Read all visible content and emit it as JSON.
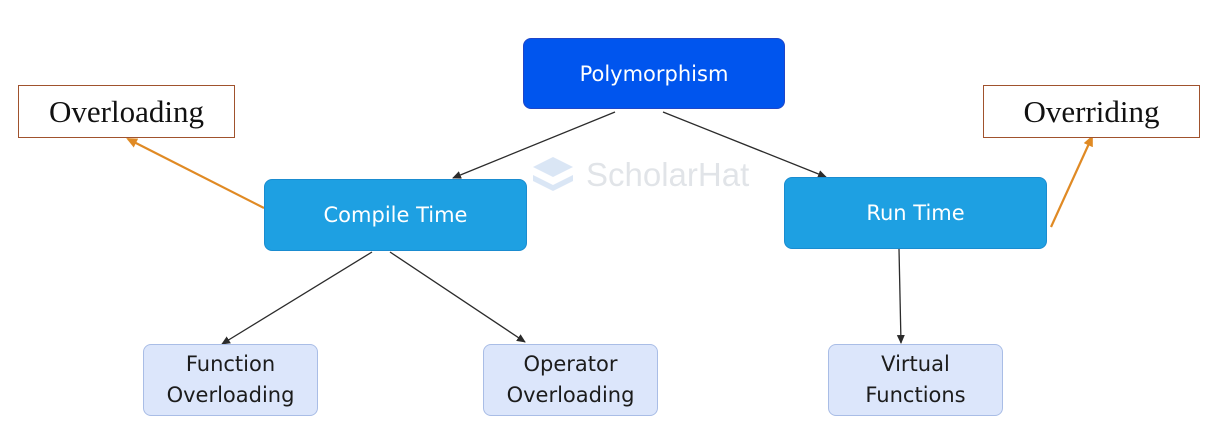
{
  "diagram": {
    "root": {
      "label": "Polymorphism"
    },
    "compile_time": {
      "label": "Compile Time"
    },
    "run_time": {
      "label": "Run Time"
    },
    "function_overloading": {
      "label": "Function\nOverloading"
    },
    "operator_overloading": {
      "label": "Operator\nOverloading"
    },
    "virtual_functions": {
      "label": "Virtual\nFunctions"
    },
    "annotations": {
      "left": "Overloading",
      "right": "Overriding"
    },
    "watermark": "ScholarHat"
  },
  "colors": {
    "root_fill": "#0055ee",
    "mid_fill": "#1ea0e2",
    "leaf_fill": "#dce6fb",
    "annotation_arrow": "#e08a24",
    "annotation_border": "#a0522d",
    "connector": "#2b2b2b"
  }
}
